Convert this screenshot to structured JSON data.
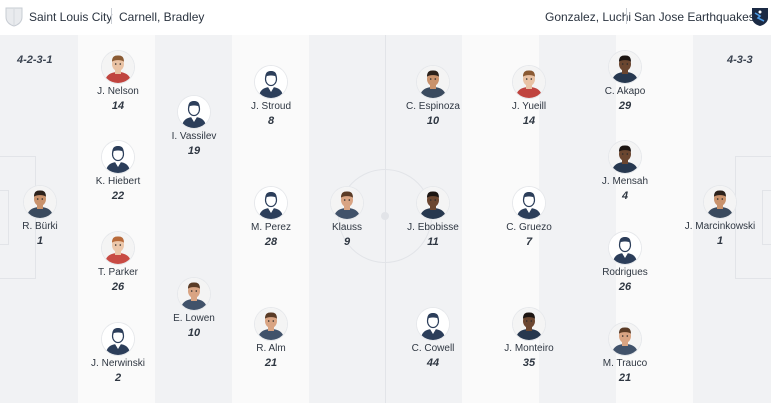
{
  "header": {
    "home_team": "Saint Louis City",
    "home_coach": "Carnell, Bradley",
    "away_coach": "Gonzalez, Luchi",
    "away_team": "San Jose Earthquakes"
  },
  "home": {
    "formation": "4-2-3-1",
    "players": [
      {
        "name": "R. Bürki",
        "number": "1",
        "photo": "skin-a"
      },
      {
        "name": "J. Nelson",
        "number": "14",
        "photo": "skin-c"
      },
      {
        "name": "K. Hiebert",
        "number": "22",
        "photo": "silhouette"
      },
      {
        "name": "T. Parker",
        "number": "26",
        "photo": "skin-e"
      },
      {
        "name": "J. Nerwinski",
        "number": "2",
        "photo": "silhouette"
      },
      {
        "name": "I. Vassilev",
        "number": "19",
        "photo": "silhouette"
      },
      {
        "name": "E. Lowen",
        "number": "10",
        "photo": "skin-b"
      },
      {
        "name": "J. Stroud",
        "number": "8",
        "photo": "silhouette"
      },
      {
        "name": "M. Perez",
        "number": "28",
        "photo": "silhouette"
      },
      {
        "name": "R. Alm",
        "number": "21",
        "photo": "skin-b"
      },
      {
        "name": "Klauss",
        "number": "9",
        "photo": "skin-b"
      }
    ]
  },
  "away": {
    "formation": "4-3-3",
    "players": [
      {
        "name": "C. Espinoza",
        "number": "10",
        "photo": "skin-a"
      },
      {
        "name": "J. Ebobisse",
        "number": "11",
        "photo": "skin-d"
      },
      {
        "name": "C. Cowell",
        "number": "44",
        "photo": "silhouette"
      },
      {
        "name": "J. Yueill",
        "number": "14",
        "photo": "skin-c"
      },
      {
        "name": "C. Gruezo",
        "number": "7",
        "photo": "silhouette"
      },
      {
        "name": "J. Monteiro",
        "number": "35",
        "photo": "skin-d"
      },
      {
        "name": "C. Akapo",
        "number": "29",
        "photo": "skin-d"
      },
      {
        "name": "J. Mensah",
        "number": "4",
        "photo": "skin-d"
      },
      {
        "name": "Rodrigues",
        "number": "26",
        "photo": "silhouette"
      },
      {
        "name": "M. Trauco",
        "number": "21",
        "photo": "skin-b"
      },
      {
        "name": "J. Marcinkowski",
        "number": "1",
        "photo": "skin-a"
      }
    ]
  },
  "icons": {
    "home_crest": "shield-crest-icon",
    "away_crest": "quakes-crest-icon",
    "silhouette": "player-silhouette-icon"
  },
  "colors": {
    "pitch_dark": "#f1f2f4",
    "pitch_light": "#fafafa",
    "line": "#e2e4e8",
    "away_crest_bg": "#1b2a44",
    "text": "#2f3742"
  }
}
